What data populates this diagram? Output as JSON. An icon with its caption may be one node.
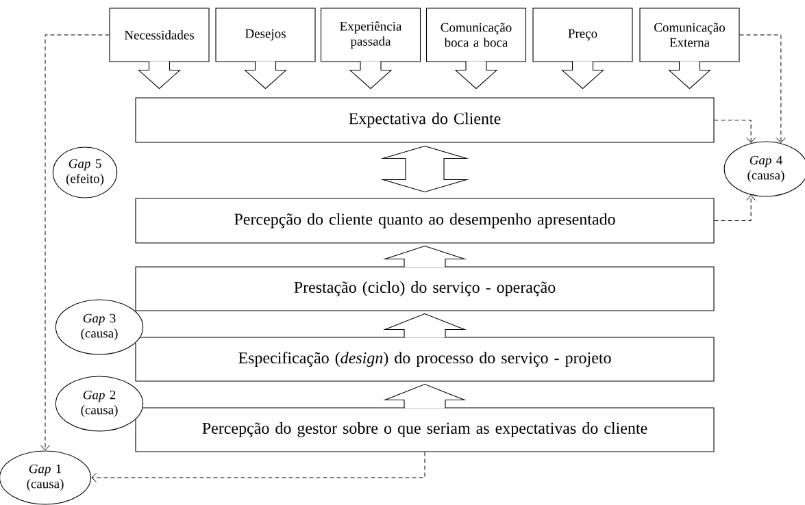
{
  "diagram": {
    "nodes": [
      {
        "text": [
          "Necessidades"
        ]
      },
      {
        "text": [
          "Desejos"
        ]
      },
      {
        "text": [
          "Experiência passada"
        ]
      },
      {
        "text": [
          "Comunicação boca a boca"
        ]
      },
      {
        "text": [
          "Preço"
        ]
      },
      {
        "text": [
          "Comunicação Externa"
        ]
      },
      {
        "text": [
          "Expectativa do Cliente"
        ]
      },
      {
        "text": [
          "Percepção do cliente quanto ao desempenho apresentado"
        ]
      },
      {
        "text": [
          "Prestação (ciclo) do serviço - operação"
        ]
      },
      {
        "text": [
          "Especificação (*design*) do processo do serviço - projeto"
        ]
      },
      {
        "text": [
          "Percepção do gestor sobre o que seriam as expectativas do cliente"
        ]
      },
      {
        "text": [
          "*Gap* 5 (efeito)"
        ]
      },
      {
        "text": [
          "*Gap* 4 (causa)"
        ]
      },
      {
        "text": [
          "*Gap* 3 (causa)"
        ]
      },
      {
        "text": [
          "*Gap* 2 (causa)"
        ]
      },
      {
        "text": [
          "*Gap* 1 (causa)"
        ]
      }
    ],
    "edges": [
      {
        "from": 0,
        "to": 6,
        "arrow": "to"
      },
      {
        "from": 1,
        "to": 6,
        "arrow": "to"
      },
      {
        "from": 2,
        "to": 6,
        "arrow": "to"
      },
      {
        "from": 3,
        "to": 6,
        "arrow": "to"
      },
      {
        "from": 4,
        "to": 6,
        "arrow": "to"
      },
      {
        "from": 5,
        "to": 6,
        "arrow": "to"
      },
      {
        "from": 6,
        "to": 7,
        "arrow": "both"
      },
      {
        "from": 8,
        "to": 7,
        "arrow": "to"
      },
      {
        "from": 9,
        "to": 8,
        "arrow": "to"
      },
      {
        "from": 10,
        "to": 9,
        "arrow": "to"
      },
      {
        "from": 0,
        "to": 15,
        "arrow": "to",
        "style": "dashed"
      },
      {
        "from": 5,
        "to": 12,
        "arrow": "to",
        "style": "dashed"
      },
      {
        "from": 6,
        "to": 12,
        "arrow": "to",
        "style": "dashed"
      },
      {
        "from": 7,
        "to": 12,
        "arrow": "to",
        "style": "dashed"
      },
      {
        "from": 10,
        "to": 15,
        "arrow": "to",
        "style": "dashed"
      }
    ]
  }
}
